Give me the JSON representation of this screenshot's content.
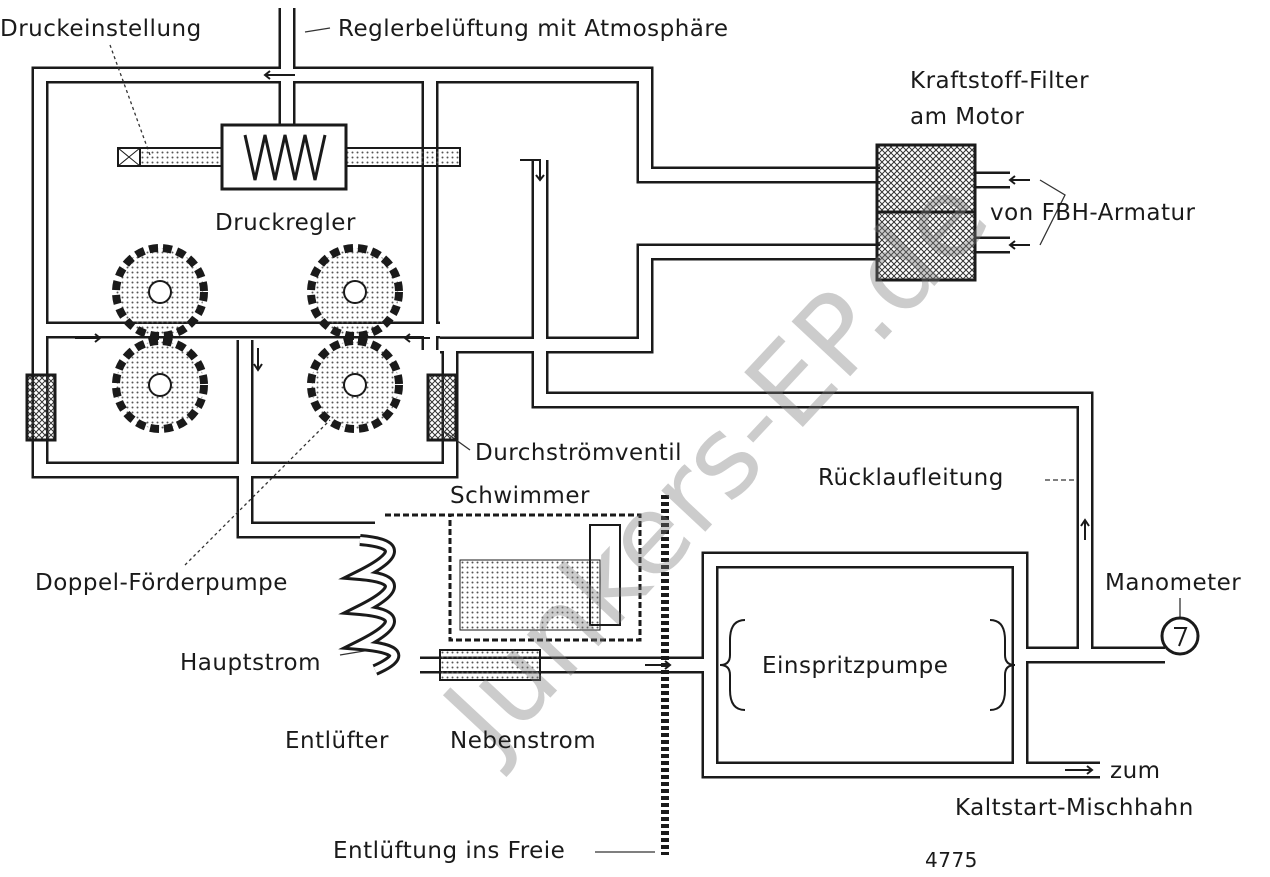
{
  "labels": {
    "pressure_setting": "Druckeinstellung",
    "regulator_vent": "Reglerbelüftung mit Atmosphäre",
    "filter_line1": "Kraftstoff-Filter",
    "filter_line2": "am Motor",
    "from_fbh": "von FBH-Armatur",
    "pressure_regulator": "Druckregler",
    "flow_valve": "Durchströmventil",
    "float": "Schwimmer",
    "return_line": "Rücklaufleitung",
    "double_pump": "Doppel-Förderpumpe",
    "manometer": "Manometer",
    "main_flow": "Hauptstrom",
    "injection_pump": "Einspritzpumpe",
    "air_bleeder": "Entlüfter",
    "bypass_flow": "Nebenstrom",
    "to": "zum",
    "cold_start": "Kaltstart-Mischhahn",
    "vent_outside": "Entlüftung ins Freie",
    "figure_number": "4775"
  },
  "watermark": "Junkers-EP.de",
  "colors": {
    "ink": "#1a1a1a",
    "paper": "#ffffff"
  }
}
